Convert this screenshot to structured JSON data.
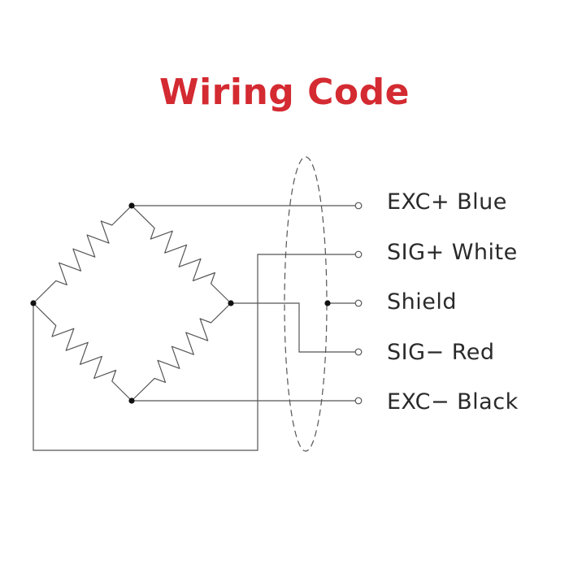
{
  "title": "Wiring Code",
  "title_color": "#d42a31",
  "line_color": "#555555",
  "terminals": [
    {
      "label": "EXC+ Blue"
    },
    {
      "label": "SIG+ White"
    },
    {
      "label": "Shield"
    },
    {
      "label": "SIG− Red"
    },
    {
      "label": "EXC− Black"
    }
  ]
}
